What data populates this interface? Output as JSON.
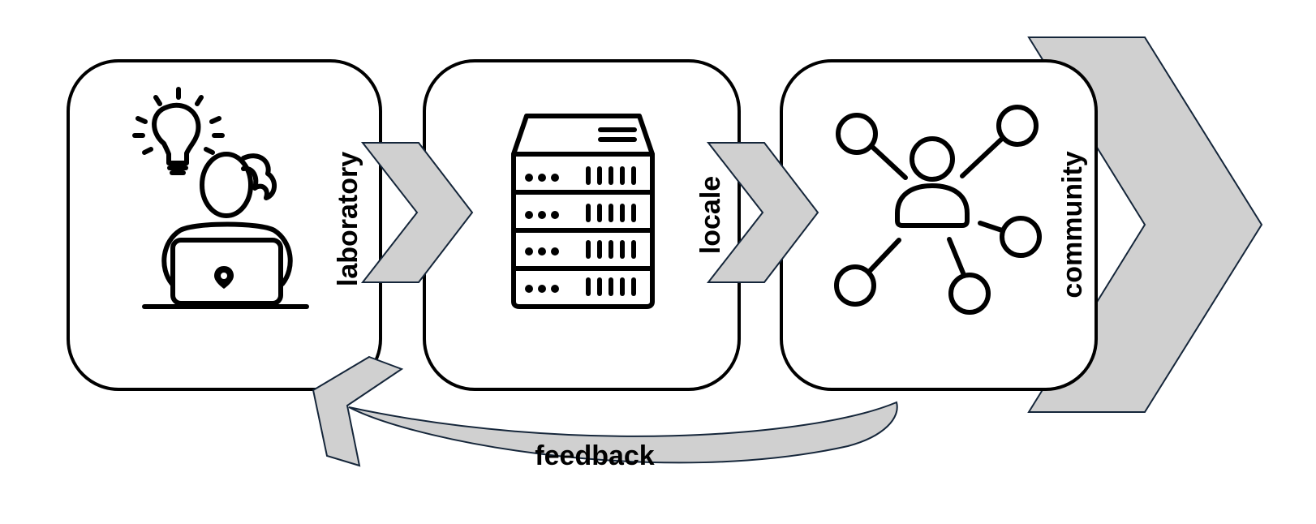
{
  "stages": [
    {
      "label": "laboratory",
      "icon": "person-laptop-idea-icon"
    },
    {
      "label": "locale",
      "icon": "server-rack-icon"
    },
    {
      "label": "community",
      "icon": "network-people-icon"
    }
  ],
  "feedback": {
    "label": "feedback"
  },
  "colors": {
    "arrow_fill": "#d0d0d0",
    "arrow_stroke": "#15263a",
    "outline": "#000000",
    "background": "#ffffff"
  }
}
